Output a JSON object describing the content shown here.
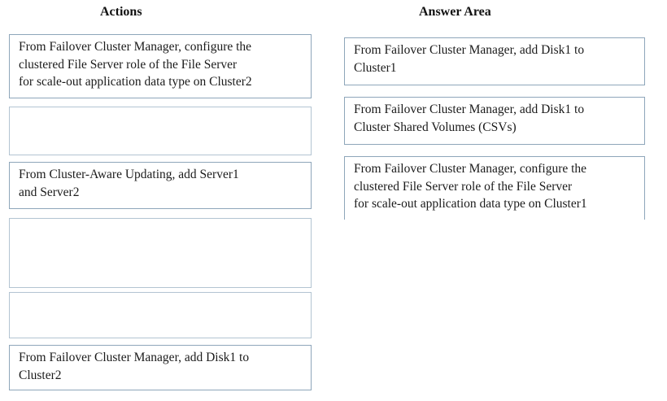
{
  "actions": {
    "title": "Actions",
    "items": [
      {
        "text": "From Failover Cluster Manager, configure the\nclustered File Server role of the File Server\nfor scale-out application data type on Cluster2",
        "empty": false
      },
      {
        "text": "",
        "empty": true
      },
      {
        "text": "From Cluster-Aware Updating, add Server1\nand Server2",
        "empty": false
      },
      {
        "text": "",
        "empty": true
      },
      {
        "text": "",
        "empty": true
      },
      {
        "text": "From Failover Cluster Manager, add Disk1 to\nCluster2",
        "empty": false
      }
    ]
  },
  "answer_area": {
    "title": "Answer Area",
    "items": [
      {
        "text": "From Failover Cluster Manager, add Disk1 to\nCluster1"
      },
      {
        "text": "From Failover Cluster Manager, add Disk1 to\nCluster Shared Volumes (CSVs)"
      },
      {
        "text": "From Failover Cluster Manager, configure the\nclustered File Server role of the File Server\nfor scale-out application data type on Cluster1"
      }
    ]
  },
  "colors": {
    "border": "#9fb4c6",
    "text": "#1b1b1b",
    "background": "#ffffff"
  }
}
